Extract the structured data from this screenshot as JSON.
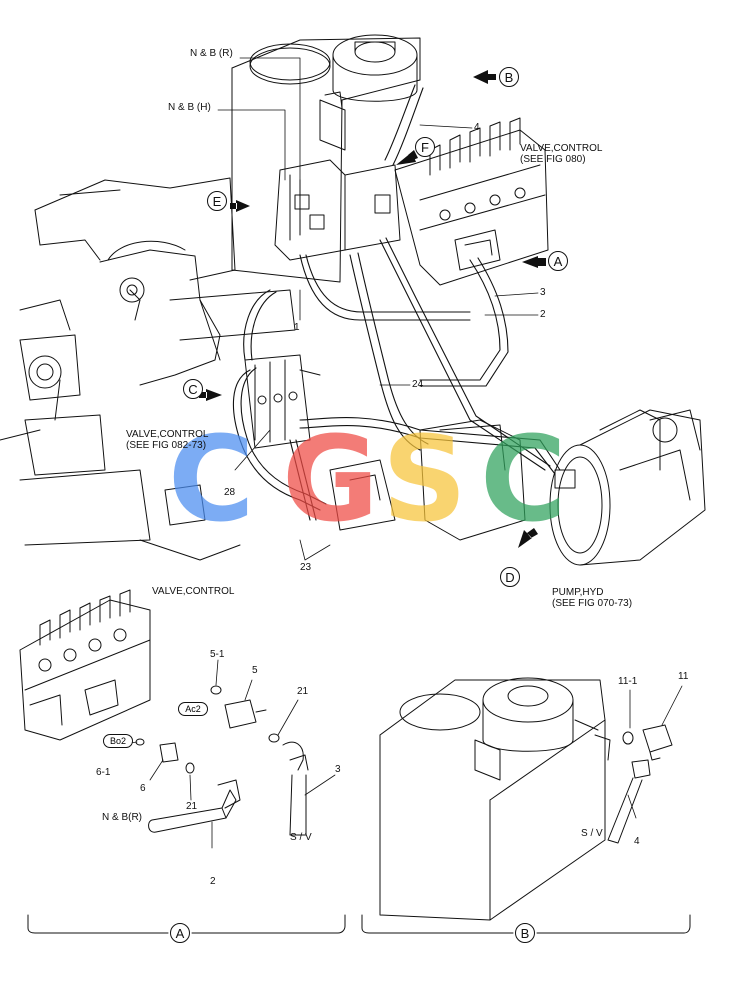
{
  "labels": {
    "nb_r_top": "N & B (R)",
    "nb_h_top": "N & B (H)",
    "valve_control_top": "VALVE,CONTROL\n(SEE FIG 080)",
    "valve_control_mid": "VALVE,CONTROL\n(SEE FIG 082-73)",
    "pump_hyd": "PUMP,HYD\n(SEE FIG 070-73)",
    "valve_control_detail": "VALVE,CONTROL",
    "nb_r_detail": "N & B(R)",
    "sv_a": "S / V",
    "sv_b": "S / V"
  },
  "view_markers": {
    "A": "A",
    "B": "B",
    "C": "C",
    "D": "D",
    "E": "E",
    "F": "F"
  },
  "ports": {
    "ac2": "Ac2",
    "bo2": "Bo2"
  },
  "part_numbers": {
    "p1": "1",
    "p2": "2",
    "p3": "3",
    "p4": "4",
    "p23": "23",
    "p24": "24",
    "p28": "28",
    "a_5_1": "5-1",
    "a_5": "5",
    "a_21a": "21",
    "a_3": "3",
    "a_6_1": "6-1",
    "a_6": "6",
    "a_21b": "21",
    "a_2": "2",
    "b_11_1": "11-1",
    "b_11": "11",
    "b_4": "4"
  },
  "section_labels": {
    "A": "A",
    "B": "B"
  },
  "watermark": {
    "letters": [
      "C",
      "G",
      "S",
      "C"
    ],
    "colors": [
      "#4a8df0",
      "#ef4a44",
      "#f7c43a",
      "#2fa25c"
    ]
  }
}
